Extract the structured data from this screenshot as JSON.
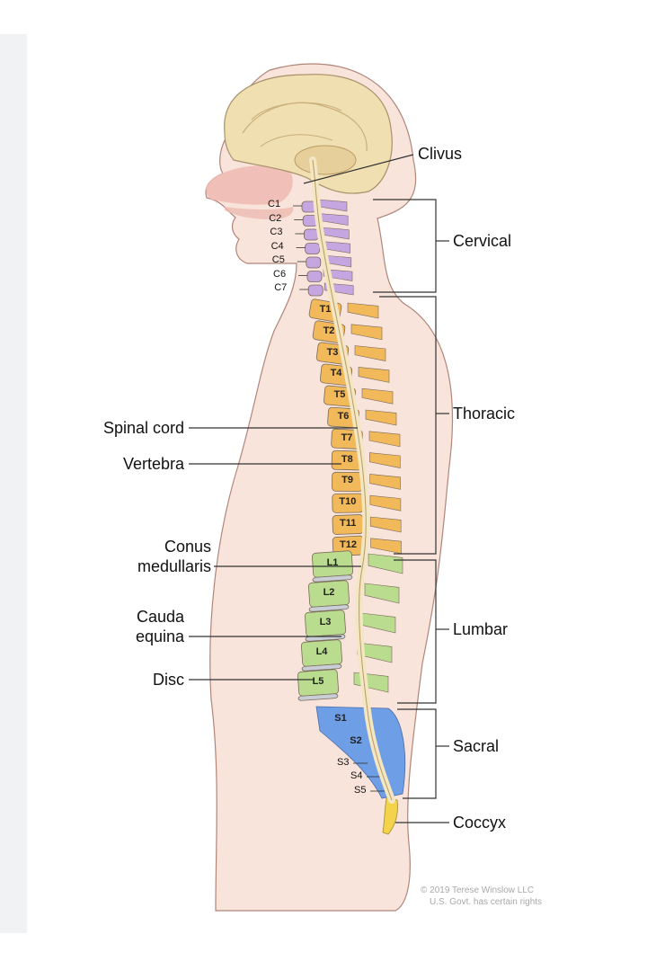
{
  "labels": {
    "clivus": "Clivus",
    "cervical": "Cervical",
    "thoracic": "Thoracic",
    "lumbar": "Lumbar",
    "sacral": "Sacral",
    "coccyx": "Coccyx",
    "spinal_cord": "Spinal cord",
    "vertebra": "Vertebra",
    "conus_line1": "Conus",
    "conus_line2": "medullaris",
    "cauda_line1": "Cauda",
    "cauda_line2": "equina",
    "disc": "Disc"
  },
  "cervical_vertebrae": [
    "C1",
    "C2",
    "C3",
    "C4",
    "C5",
    "C6",
    "C7"
  ],
  "thoracic_vertebrae": [
    "T1",
    "T2",
    "T3",
    "T4",
    "T5",
    "T6",
    "T7",
    "T8",
    "T9",
    "T10",
    "T11",
    "T12"
  ],
  "lumbar_vertebrae": [
    "L1",
    "L2",
    "L3",
    "L4",
    "L5"
  ],
  "sacral_vertebrae": [
    "S1",
    "S2",
    "S3",
    "S4",
    "S5"
  ],
  "credit": {
    "line1": "© 2019 Terese Winslow LLC",
    "line2": "U.S. Govt. has certain rights"
  },
  "colors": {
    "skin": "#f8e4da",
    "skin_outline": "#b0857a",
    "brain": "#f0dfb0",
    "cervical": "#c6a6e0",
    "thoracic": "#f2b95a",
    "lumbar": "#b9dc8e",
    "sacral": "#6e9ee6",
    "coccyx": "#f2d34a",
    "cord": "#f3e6c2",
    "disc": "#c9ced6"
  }
}
